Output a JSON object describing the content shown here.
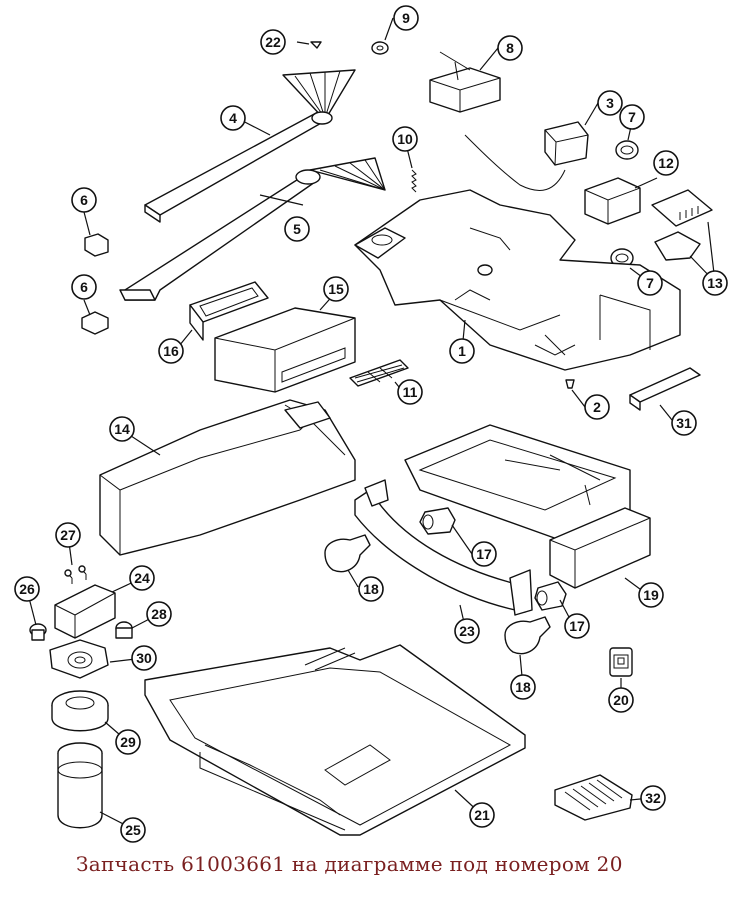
{
  "callouts": [
    {
      "label": "1"
    },
    {
      "label": "2"
    },
    {
      "label": "3"
    },
    {
      "label": "4"
    },
    {
      "label": "5"
    },
    {
      "label": "6"
    },
    {
      "label": "6"
    },
    {
      "label": "7"
    },
    {
      "label": "7"
    },
    {
      "label": "8"
    },
    {
      "label": "9"
    },
    {
      "label": "10"
    },
    {
      "label": "11"
    },
    {
      "label": "12"
    },
    {
      "label": "13"
    },
    {
      "label": "14"
    },
    {
      "label": "15"
    },
    {
      "label": "16"
    },
    {
      "label": "17"
    },
    {
      "label": "17"
    },
    {
      "label": "18"
    },
    {
      "label": "18"
    },
    {
      "label": "19"
    },
    {
      "label": "20"
    },
    {
      "label": "21"
    },
    {
      "label": "22"
    },
    {
      "label": "23"
    },
    {
      "label": "24"
    },
    {
      "label": "25"
    },
    {
      "label": "26"
    },
    {
      "label": "27"
    },
    {
      "label": "28"
    },
    {
      "label": "29"
    },
    {
      "label": "30"
    },
    {
      "label": "31"
    },
    {
      "label": "32"
    }
  ],
  "caption": "Запчасть 61003661 на диаграмме под номером 20"
}
